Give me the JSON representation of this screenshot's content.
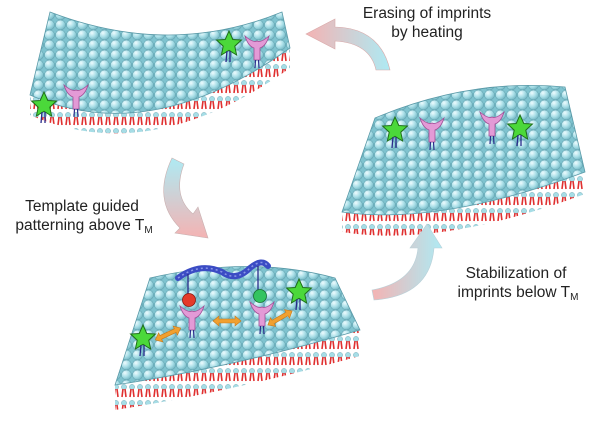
{
  "figure": {
    "labels": {
      "erasing": {
        "line1": "Erasing of imprints",
        "line2": "by heating"
      },
      "template": {
        "line1": "Template guided",
        "line2_main": "patterning above T",
        "line2_sub": "M"
      },
      "stabilization": {
        "line1": "Stabilization of",
        "line2_main": "imprints below T",
        "line2_sub": "M"
      }
    },
    "colors": {
      "lipid_head": "#a6dde6",
      "lipid_head_edge": "#5a9aa8",
      "lipid_tail": "#e03030",
      "receptor": "#e39ad6",
      "star": "#4bd83a",
      "template_strand": "#3b4cc4",
      "ligand_red": "#e53a2a",
      "ligand_green": "#33c460",
      "mobility_arrow": "#f0a030",
      "arrow_pink": "#f4b3b3",
      "arrow_cyan": "#aeeaf3"
    },
    "icons": [
      "star-icon",
      "receptor-icon",
      "template-strand-icon",
      "double-arrow-icon"
    ]
  }
}
